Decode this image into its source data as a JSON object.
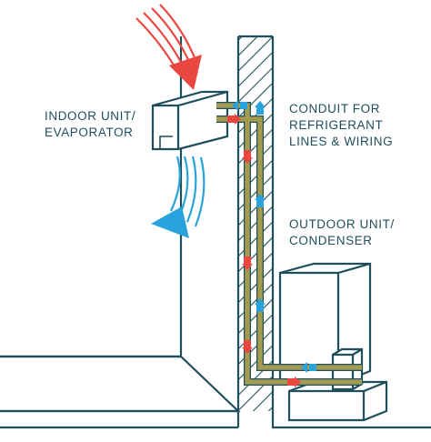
{
  "labels": {
    "indoor": [
      "INDOOR UNIT/",
      "EVAPORATOR"
    ],
    "conduit": [
      "CONDUIT FOR",
      "REFRIGERANT",
      "LINES & WIRING"
    ],
    "outdoor": [
      "OUTDOOR UNIT/",
      "CONDENSER"
    ]
  },
  "colors": {
    "outline": "#1f4e5c",
    "conduit": "#a39b50",
    "hot_air": "#e9473f",
    "cold_air": "#2aa3dc",
    "background": "#ffffff"
  },
  "icons": [
    "hot-air-arrow-icon",
    "cold-air-arrow-icon",
    "refrigerant-flow-arrow-icon"
  ]
}
